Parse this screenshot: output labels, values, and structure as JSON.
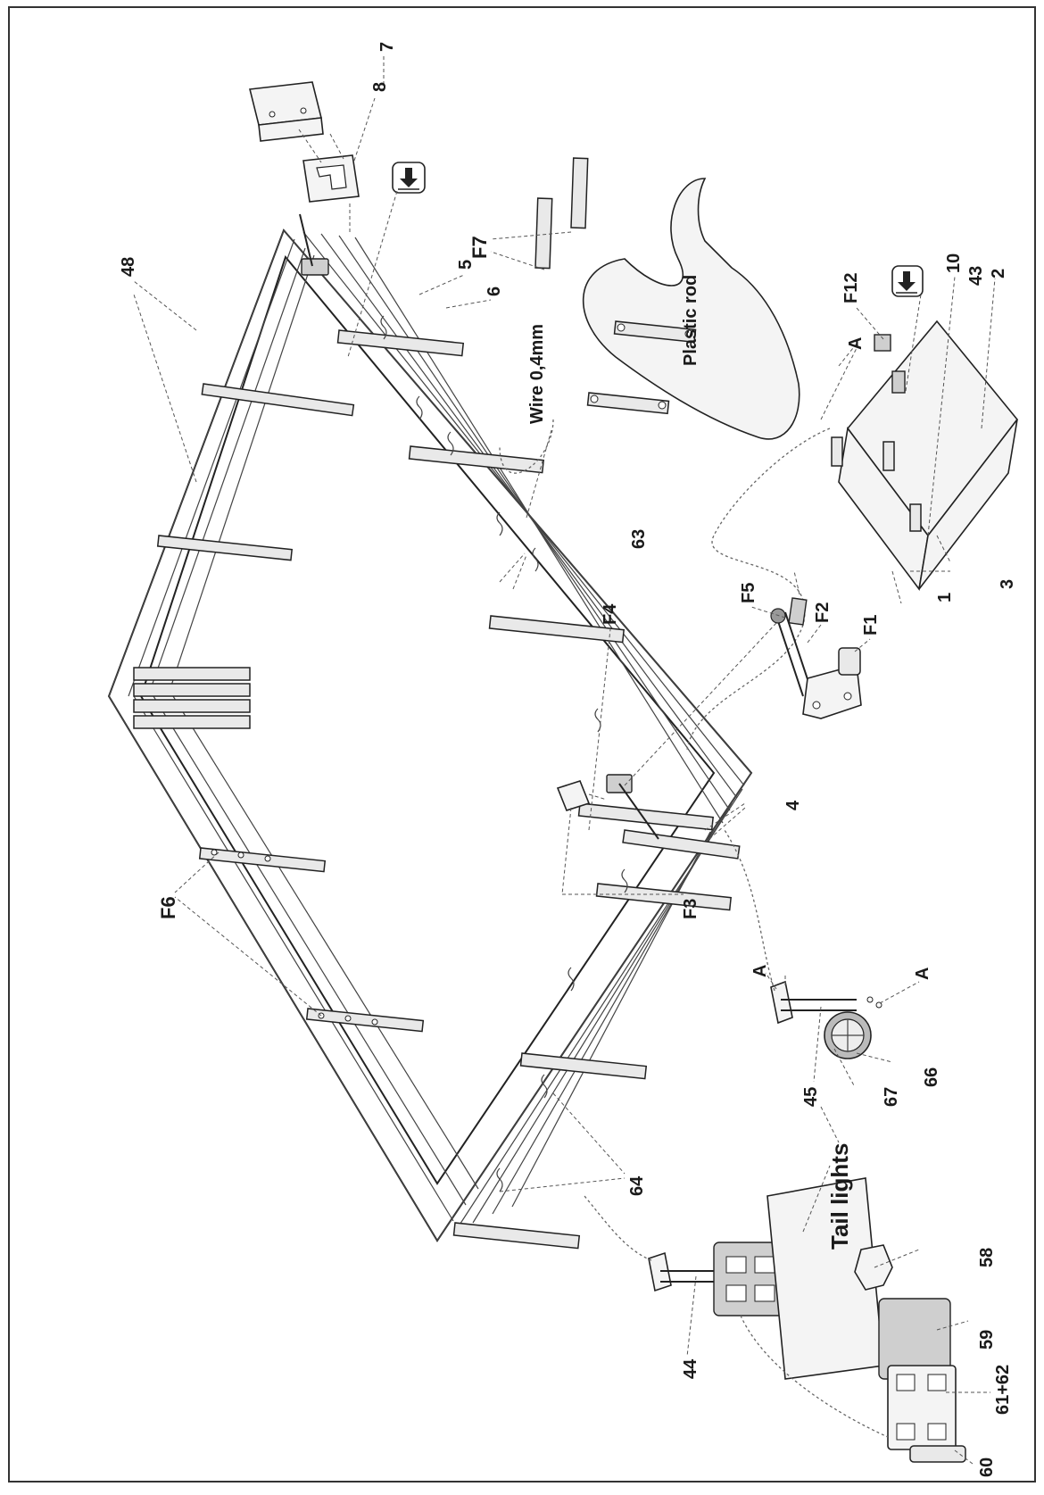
{
  "labels": {
    "l7": "7",
    "l8": "8",
    "l48": "48",
    "l5": "5",
    "l6": "6",
    "f7": "F7",
    "f12": "F12",
    "l10": "10",
    "l43": "43",
    "l2": "2",
    "la1": "A",
    "wire": "Wire 0,4mm",
    "plastic": "Plastic rod",
    "l63": "63",
    "f5": "F5",
    "f2": "F2",
    "f1": "F1",
    "f4": "F4",
    "l1": "1",
    "l3": "3",
    "l4": "4",
    "f6": "F6",
    "f3": "F3",
    "la2": "A",
    "la3": "A",
    "l66": "66",
    "l67": "67",
    "l45": "45",
    "tail": "Tail lights",
    "l64": "64",
    "l58": "58",
    "l59": "59",
    "l6162": "61+62",
    "l60": "60",
    "l44": "44"
  }
}
